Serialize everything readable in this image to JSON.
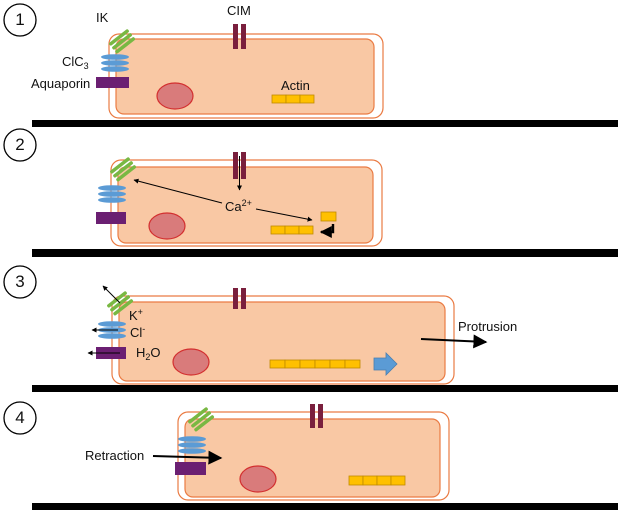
{
  "steps": [
    "1",
    "2",
    "3",
    "4"
  ],
  "labels": {
    "ik": "IK",
    "cim": "CIM",
    "clc_main": "ClC",
    "clc_sub": "3",
    "aquaporin": "Aquaporin",
    "actin": "Actin",
    "ca_main": "Ca",
    "ca_sup": "2+",
    "k_main": "K",
    "k_sup": "+",
    "cl_main": "Cl",
    "cl_sup": "-",
    "h2o_a": "H",
    "h2o_sub": "2",
    "h2o_b": "O",
    "protrusion": "Protrusion",
    "retraction": "Retraction"
  },
  "colors": {
    "cell_fill": "#f9c8a4",
    "cell_stroke": "#ea7b43",
    "nucleus_fill": "#d97b7b",
    "nucleus_stroke": "#d32f2f",
    "actin_fill": "#ffc000",
    "actin_stroke": "#c08a00",
    "ik_channel": "#79b843",
    "clc_channel": "#5b9bd5",
    "aquaporin": "#6b1f72",
    "cim_channel": "#7a1f3d",
    "substrate": "#000000",
    "protrusion_arrow": "#5b9bd5"
  }
}
